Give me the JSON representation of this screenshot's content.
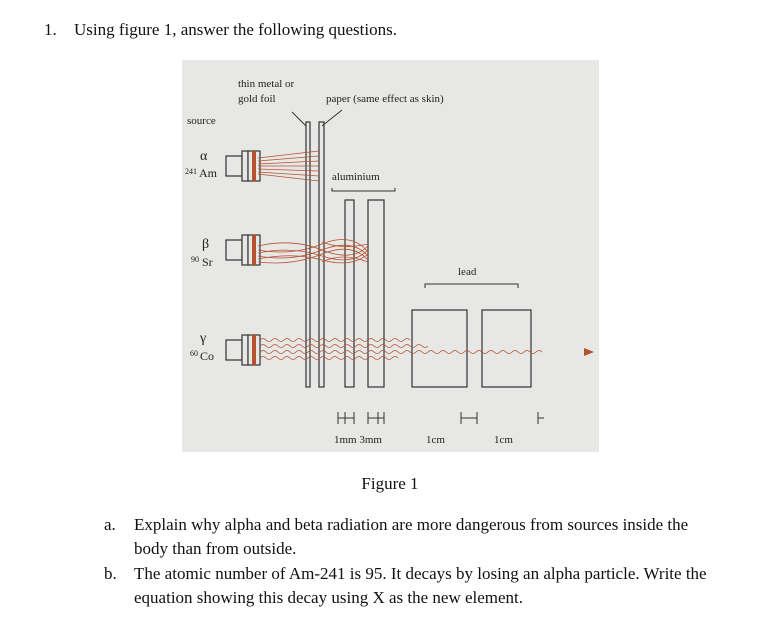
{
  "question": {
    "number": "1.",
    "text": "Using figure 1, answer the following questions."
  },
  "figure": {
    "caption": "Figure 1",
    "labels": {
      "foil_line1": "thin metal or",
      "foil_line2": "gold foil",
      "paper": "paper (same effect as skin)",
      "source": "source",
      "aluminium": "aluminium",
      "lead": "lead",
      "alpha_symbol": "α",
      "alpha_iso_mass": "241",
      "alpha_iso_el": "Am",
      "beta_symbol": "β",
      "beta_iso_mass": "90",
      "beta_iso_el": "Sr",
      "gamma_symbol": "γ",
      "gamma_iso_mass": "60",
      "gamma_iso_el": "Co",
      "dim_1mm_3mm": "1mm 3mm",
      "dim_1cm_a": "1cm",
      "dim_1cm_b": "1cm"
    },
    "colors": {
      "background": "#e7e7e5",
      "ray": "#b5522f",
      "line": "#333333"
    }
  },
  "subquestions": [
    {
      "label": "a.",
      "line1": "Explain why alpha and beta radiation are more dangerous from sources inside the",
      "line2": "body than from outside."
    },
    {
      "label": "b.",
      "line1": "The atomic number of Am-241 is 95. It decays by losing an alpha particle. Write the",
      "line2": "equation showing this decay using X as the new element."
    }
  ]
}
